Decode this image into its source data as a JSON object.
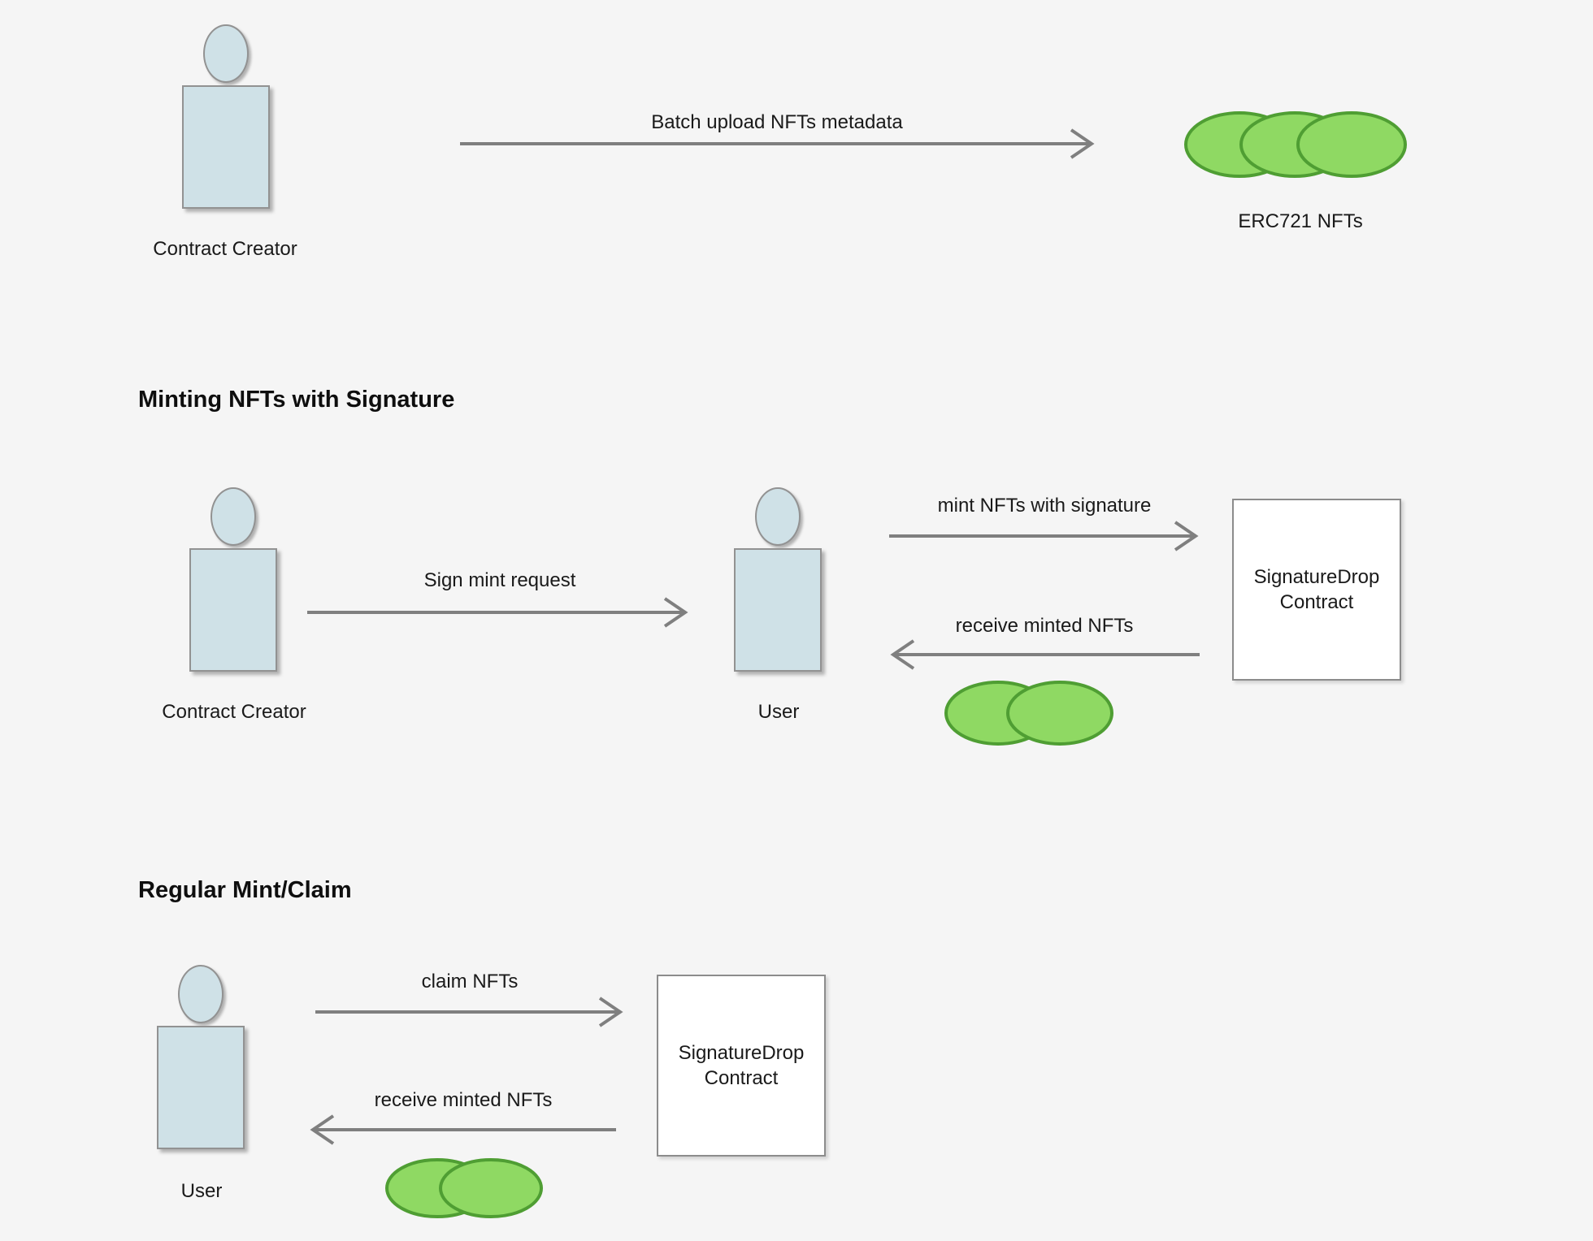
{
  "colors": {
    "background": "#f5f5f5",
    "person_fill": "#cfe1e7",
    "person_stroke": "#929292",
    "arrow_color": "#7f7f7f",
    "nft_fill": "#8fd963",
    "nft_stroke": "#4f9e33",
    "box_fill": "#ffffff",
    "box_stroke": "#8c8c8c",
    "text_color": "#1a1a1a"
  },
  "flow1": {
    "creator_label": "Contract Creator",
    "arrow_label": "Batch upload NFTs metadata",
    "nfts_label": "ERC721 NFTs"
  },
  "flow2": {
    "heading": "Minting NFTs with Signature",
    "creator_label": "Contract Creator",
    "arrow_sign": "Sign mint request",
    "user_label": "User",
    "arrow_mint": "mint NFTs with signature",
    "arrow_receive": "receive minted NFTs",
    "contract_line1": "SignatureDrop",
    "contract_line2": "Contract"
  },
  "flow3": {
    "heading": "Regular Mint/Claim",
    "user_label": "User",
    "arrow_claim": "claim NFTs",
    "arrow_receive": "receive minted NFTs",
    "contract_line1": "SignatureDrop",
    "contract_line2": "Contract"
  }
}
